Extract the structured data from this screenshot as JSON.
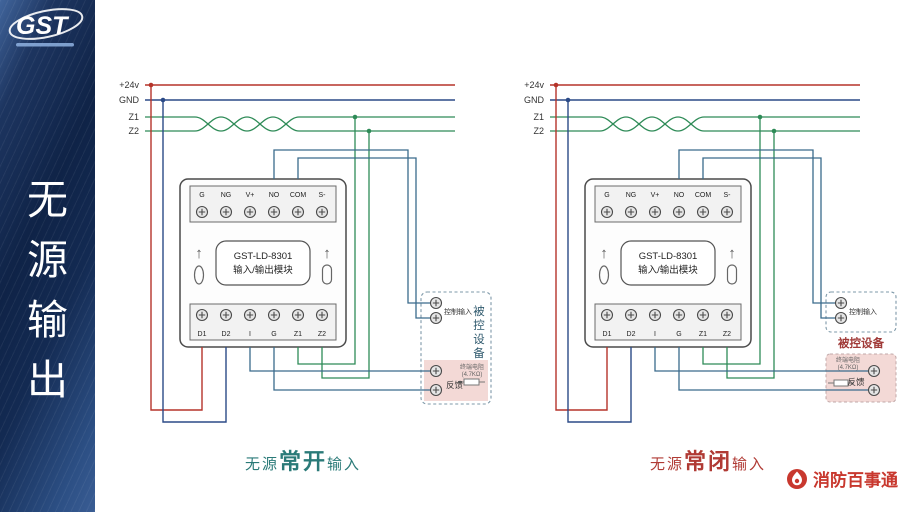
{
  "sidebar": {
    "logo": "GST",
    "title_chars": [
      "无",
      "源",
      "输",
      "出"
    ]
  },
  "icons": {
    "up_arrow": "↑"
  },
  "footer": {
    "brand": "消防百事通"
  },
  "colors": {
    "wire_24v": "#b5342a",
    "wire_gnd": "#2b4a87",
    "wire_loop": "#2e8b57",
    "wire_signal": "#3a6b8c",
    "device_fill": "#f3d9d6",
    "caption_open": "#2a7a78",
    "caption_closed": "#b03a34"
  },
  "diagrams": [
    {
      "rails": [
        "+24v",
        "GND",
        "Z1",
        "Z2"
      ],
      "module": {
        "top_terminals": [
          "G",
          "NG",
          "V+",
          "NO",
          "COM",
          "S-"
        ],
        "bottom_terminals": [
          "D1",
          "D2",
          "I",
          "G",
          "Z1",
          "Z2"
        ],
        "name1": "GST-LD-8301",
        "name2": "输入/输出模块"
      },
      "device": {
        "name_chars": [
          "被",
          "控",
          "设",
          "备"
        ],
        "control": "控制输入",
        "feedback": "反馈",
        "resistor1": "终端电阻",
        "resistor2": "(4.7KΩ)"
      },
      "caption": {
        "pre": "无源",
        "big": "常开",
        "post": "输入"
      }
    },
    {
      "rails": [
        "+24v",
        "GND",
        "Z1",
        "Z2"
      ],
      "module": {
        "top_terminals": [
          "G",
          "NG",
          "V+",
          "NO",
          "COM",
          "S-"
        ],
        "bottom_terminals": [
          "D1",
          "D2",
          "I",
          "G",
          "Z1",
          "Z2"
        ],
        "name1": "GST-LD-8301",
        "name2": "输入/输出模块"
      },
      "device": {
        "name": "被控设备",
        "control": "控制输入",
        "feedback": "反馈",
        "resistor1": "终端电阻",
        "resistor2": "(4.7KΩ)"
      },
      "caption": {
        "pre": "无源",
        "big": "常闭",
        "post": "输入"
      }
    }
  ]
}
